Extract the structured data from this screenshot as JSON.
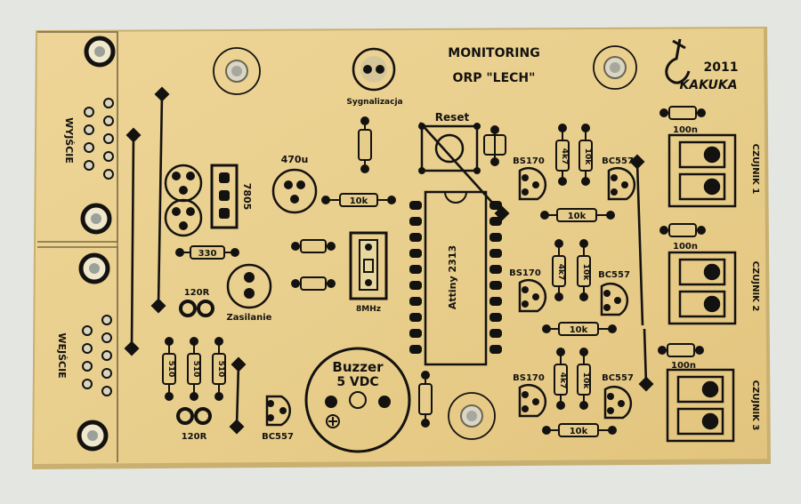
{
  "board": {
    "title_line1": "MONITORING",
    "title_line2": "ORP \"LECH\"",
    "year": "2011",
    "author": "KAKUKA"
  },
  "labels": {
    "output": "WYJŚCIE",
    "input": "WEJŚCIE",
    "signal": "Sygnalizacja",
    "reset": "Reset",
    "cap470": "470u",
    "reg": "7805",
    "res10k_top": "10k",
    "res10k_mid": "10k",
    "res10k_b2": "10k",
    "res10k_b3": "10k",
    "r330": "330",
    "r120_top": "120R",
    "r120_bot": "120R",
    "power": "Zasilanie",
    "crystal": "8MHz",
    "mcu": "Attiny 2313",
    "buzzer1": "Buzzer",
    "buzzer2": "5 VDC",
    "bc557_main": "BC557",
    "bs170_1": "BS170",
    "bs170_2": "BS170",
    "bs170_3": "BS170",
    "bc557_1": "BC557",
    "bc557_2": "BC557",
    "bc557_3": "BC557",
    "c100n_1": "100n",
    "c100n_2": "100n",
    "c100n_3": "100n",
    "sensor1": "CZUJNIK 1",
    "sensor2": "CZUJNIK 2",
    "sensor3": "CZUJNIK 3",
    "r4k7_1": "4k7",
    "r10k_1": "10k",
    "r4k7_2": "4k7",
    "r10k_2": "10k",
    "r4k7_3": "4k7",
    "r10k_3": "10k",
    "r510_1": "510",
    "r510_2": "510",
    "r510_3": "510"
  },
  "colors": {
    "background": "#e4e6e2",
    "substrate": "#e9d08f",
    "edge": "#d8bf78",
    "silkscreen": "#141210",
    "pad": "#e6e1cf"
  }
}
